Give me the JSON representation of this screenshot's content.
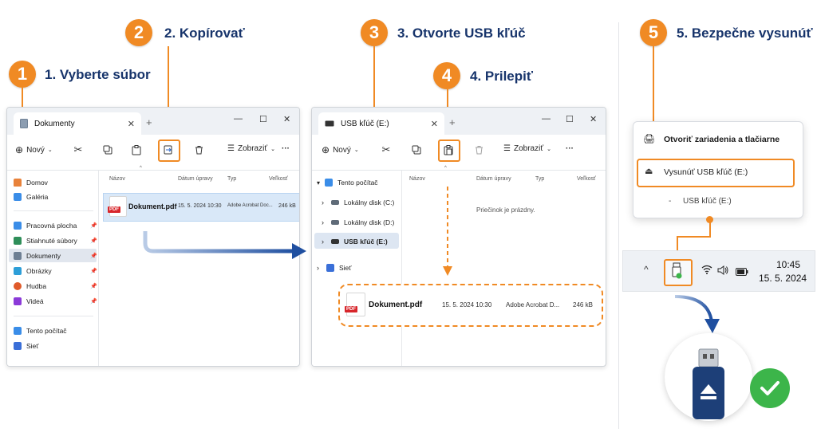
{
  "steps": [
    {
      "num": "1",
      "label": "1. Vyberte súbor"
    },
    {
      "num": "2",
      "label": "2. Kopírovať"
    },
    {
      "num": "3",
      "label": "3. Otvorte USB kľúč"
    },
    {
      "num": "4",
      "label": "4. Prilepiť"
    },
    {
      "num": "5",
      "label": "5. Bezpečne vysunúť"
    }
  ],
  "left_window": {
    "tab_title": "Dokumenty",
    "tab_close": "✕",
    "new_tab": "+",
    "toolbar": {
      "new_label": "Nový",
      "view_label": "Zobraziť",
      "more": "···"
    },
    "nav": {
      "groups": [
        [
          {
            "label": "Domov",
            "icon": "home-icon",
            "color": "#e8823a"
          },
          {
            "label": "Galéria",
            "icon": "gallery-icon",
            "color": "#3a8de8"
          }
        ],
        [
          {
            "label": "Pracovná plocha",
            "icon": "desktop-icon",
            "color": "#3a8de8"
          },
          {
            "label": "Stiahnuté súbory",
            "icon": "download-icon",
            "color": "#2f8e59"
          },
          {
            "label": "Dokumenty",
            "icon": "document-icon",
            "color": "#6e7f93"
          },
          {
            "label": "Obrázky",
            "icon": "pictures-icon",
            "color": "#2d9ed8"
          },
          {
            "label": "Hudba",
            "icon": "music-icon",
            "color": "#e05a2a"
          },
          {
            "label": "Videá",
            "icon": "video-icon",
            "color": "#8b3ad8"
          }
        ],
        [
          {
            "label": "Tento počítač",
            "icon": "computer-icon",
            "color": "#3a8de8"
          },
          {
            "label": "Sieť",
            "icon": "network-icon",
            "color": "#3a6fd8"
          }
        ]
      ]
    },
    "columns": [
      "Názov",
      "Dátum úpravy",
      "Typ",
      "Veľkosť"
    ],
    "file": {
      "name": "Dokument.pdf",
      "date": "15. 5. 2024 10:30",
      "type": "Adobe Acrobat Doc...",
      "size": "246 kB",
      "badge": "PDF"
    }
  },
  "right_window": {
    "tab_title": "USB kľúč (E:)",
    "tab_close": "✕",
    "new_tab": "+",
    "toolbar": {
      "new_label": "Nový",
      "view_label": "Zobraziť",
      "more": "···"
    },
    "nav": [
      {
        "label": "Tento počítač",
        "chev": "▾"
      },
      {
        "label": "Lokálny disk (C:)",
        "chev": "›"
      },
      {
        "label": "Lokálny disk (D:)",
        "chev": "›"
      },
      {
        "label": "USB kľúč (E:)",
        "chev": "›"
      },
      {
        "label": "Sieť",
        "chev": "›"
      }
    ],
    "columns": [
      "Názov",
      "Dátum úpravy",
      "Typ",
      "Veľkosť"
    ],
    "empty_text": "Priečinok je prázdny.",
    "file": {
      "name": "Dokument.pdf",
      "date": "15. 5. 2024 10:30",
      "type": "Adobe Acrobat D...",
      "size": "246 kB",
      "badge": "PDF"
    }
  },
  "eject_menu": {
    "open_devices": "Otvoriť zariadenia a tlačiarne",
    "eject_label": "Vysunúť USB kľúč (E:)",
    "usb_sub": "USB kľúč (E:)",
    "dash": "-"
  },
  "taskbar": {
    "time": "10:45",
    "date": "15. 5. 2024",
    "chevron": "^"
  },
  "colors": {
    "accent": "#f08a24",
    "title": "#17346b",
    "arrow": "#1f4fa0",
    "usb": "#1d3f78",
    "check": "#3cb54a"
  }
}
